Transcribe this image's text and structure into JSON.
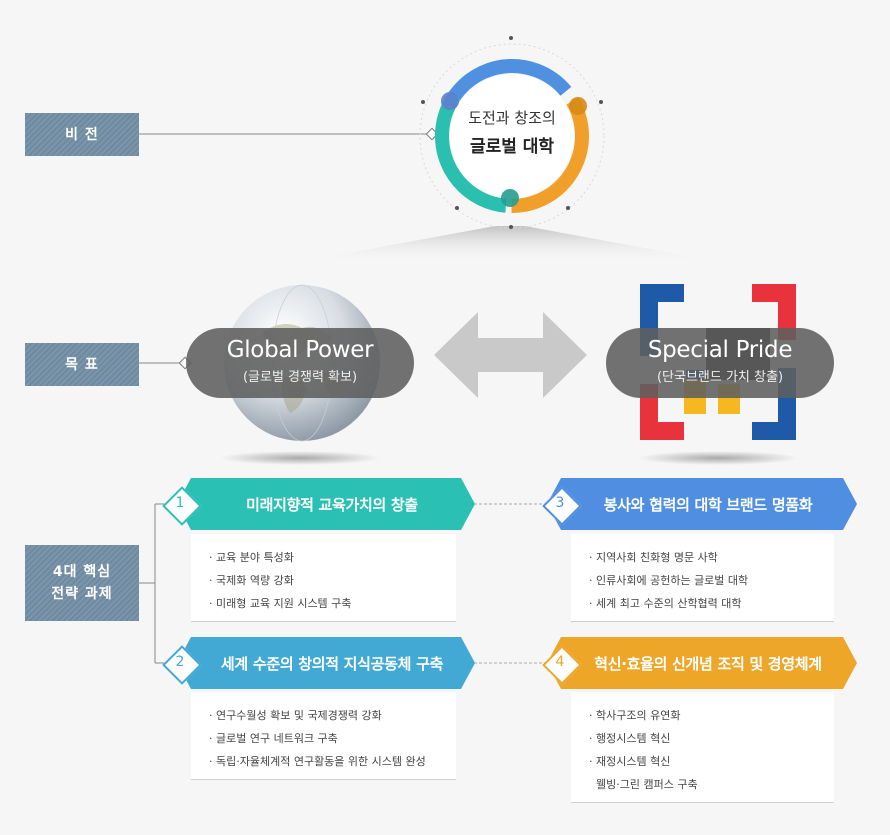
{
  "labels": {
    "vision": "비 전",
    "goal": "목 표",
    "strategy": "4대 핵심\n전략 과제"
  },
  "vision": {
    "line1": "도전과 창조의",
    "line2": "글로벌 대학"
  },
  "goals": {
    "left": {
      "title": "Global Power",
      "subtitle": "(글로벌 경쟁력 확보)"
    },
    "right": {
      "title": "Special Pride",
      "subtitle": "(단국브랜드 가치 창출)"
    }
  },
  "tasks": [
    {
      "number": "1",
      "title": "미래지향적 교육가치의 창출",
      "color": "#2bc0b4",
      "items": [
        "· 교육 분야 특성화",
        "· 국제화 역량 강화",
        "· 미래형 교육 지원 시스템 구축"
      ]
    },
    {
      "number": "2",
      "title": "세계 수준의 창의적 지식공동체 구축",
      "color": "#41a9d4",
      "items": [
        "· 연구수월성 확보 및 국제경쟁력 강화",
        "· 글로벌 연구 네트워크 구축",
        "· 독립·자율체계적 연구활동을 위한 시스템 완성"
      ]
    },
    {
      "number": "3",
      "title": "봉사와 협력의 대학 브랜드 명품화",
      "color": "#4f8ee0",
      "items": [
        "· 지역사회 친화형 명문 사학",
        "· 인류사회에 공헌하는 글로벌 대학",
        "· 세계 최고 수준의 산학협력 대학"
      ]
    },
    {
      "number": "4",
      "title": "혁신·효율의 신개념 조직 및 경영체계",
      "color": "#eea629",
      "items": [
        "· 학사구조의 유연화",
        "· 행정시스템 혁신",
        "· 재정시스템 혁신",
        "웰빙·그린 캠퍼스 구축"
      ]
    }
  ],
  "colors": {
    "ring_blue": "#5090e0",
    "ring_orange": "#f0a02a",
    "ring_teal": "#2bbfb0",
    "logo_blue": "#1f5aa8",
    "logo_red": "#e8323c",
    "logo_yellow": "#f5b820",
    "logo_black": "#222222"
  }
}
